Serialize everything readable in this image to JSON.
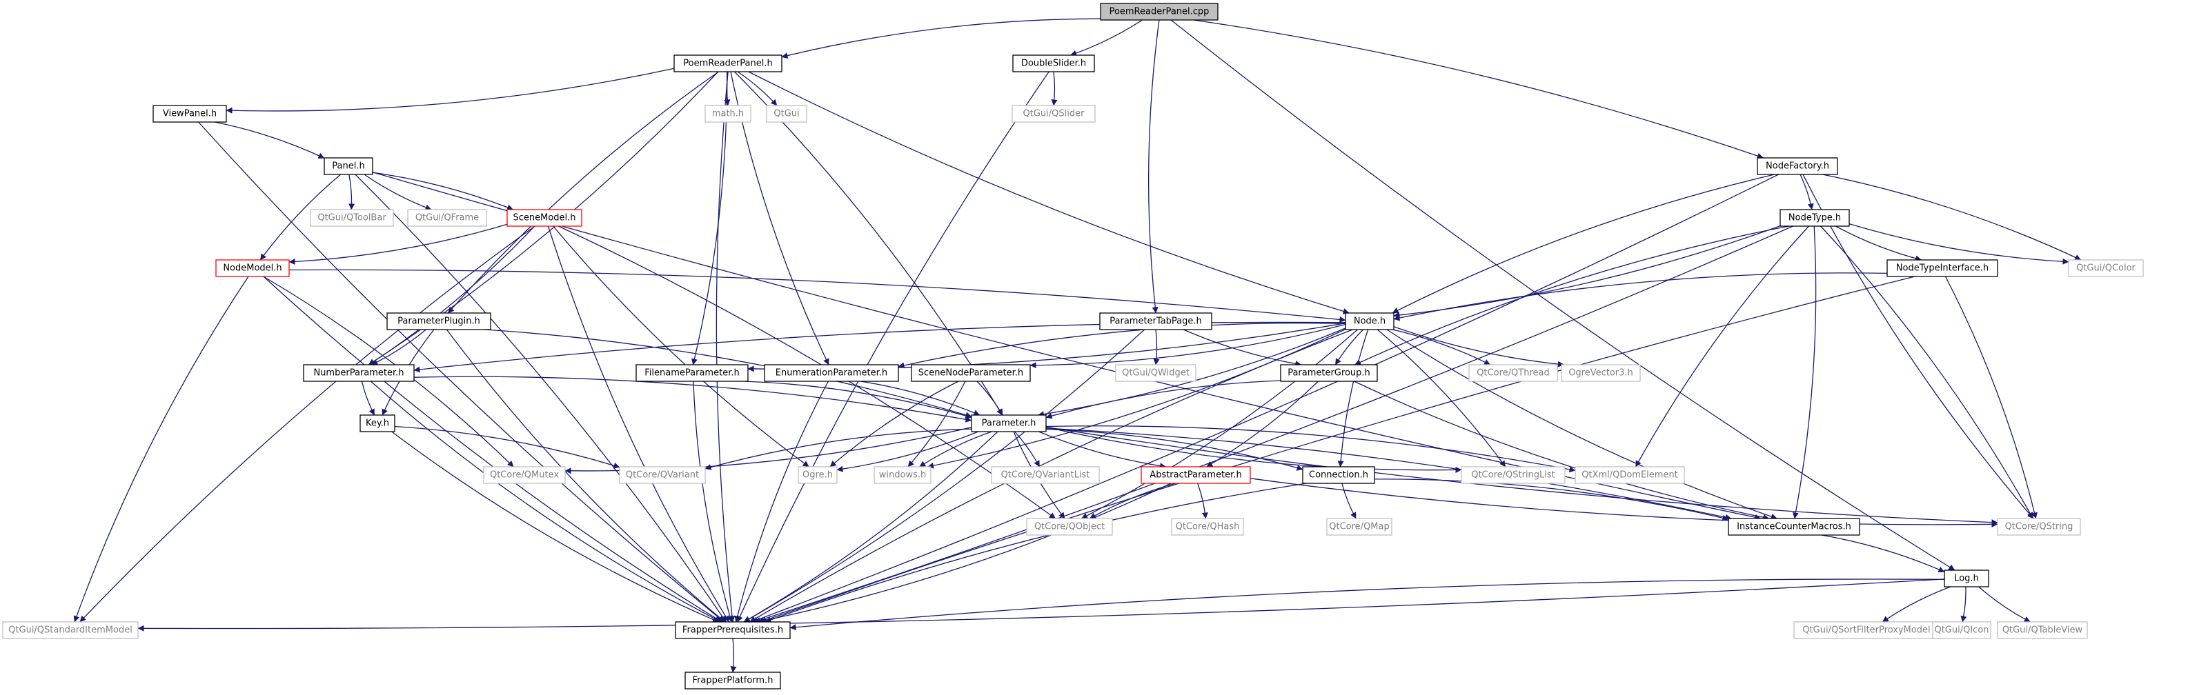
{
  "diagram_type": "include dependency graph",
  "colors": {
    "edge": "#191970",
    "main_fill": "#bfbfbf",
    "local_border": "#000000",
    "system_border": "#c0c0c0",
    "truncated_border": "#ff0000"
  },
  "nodes": [
    {
      "id": "PoemReaderPanel_cpp",
      "label": "PoemReaderPanel.cpp",
      "kind": "main"
    },
    {
      "id": "PoemReaderPanel_h",
      "label": "PoemReaderPanel.h",
      "kind": "local"
    },
    {
      "id": "DoubleSlider_h",
      "label": "DoubleSlider.h",
      "kind": "local"
    },
    {
      "id": "ViewPanel_h",
      "label": "ViewPanel.h",
      "kind": "local"
    },
    {
      "id": "math_h",
      "label": "math.h",
      "kind": "system"
    },
    {
      "id": "QtGui",
      "label": "QtGui",
      "kind": "system"
    },
    {
      "id": "QSlider",
      "label": "QtGui/QSlider",
      "kind": "system"
    },
    {
      "id": "Panel_h",
      "label": "Panel.h",
      "kind": "local"
    },
    {
      "id": "QToolBar",
      "label": "QtGui/QToolBar",
      "kind": "system"
    },
    {
      "id": "QFrame",
      "label": "QtGui/QFrame",
      "kind": "system"
    },
    {
      "id": "SceneModel_h",
      "label": "SceneModel.h",
      "kind": "truncated"
    },
    {
      "id": "NodeModel_h",
      "label": "NodeModel.h",
      "kind": "truncated"
    },
    {
      "id": "NodeFactory_h",
      "label": "NodeFactory.h",
      "kind": "local"
    },
    {
      "id": "NodeType_h",
      "label": "NodeType.h",
      "kind": "local"
    },
    {
      "id": "NodeTypeInterface_h",
      "label": "NodeTypeInterface.h",
      "kind": "local"
    },
    {
      "id": "QColor",
      "label": "QtGui/QColor",
      "kind": "system"
    },
    {
      "id": "ParameterPlugin_h",
      "label": "ParameterPlugin.h",
      "kind": "local"
    },
    {
      "id": "ParameterTabPage_h",
      "label": "ParameterTabPage.h",
      "kind": "local"
    },
    {
      "id": "Node_h",
      "label": "Node.h",
      "kind": "local"
    },
    {
      "id": "QWidget",
      "label": "QtGui/QWidget",
      "kind": "system"
    },
    {
      "id": "NumberParameter_h",
      "label": "NumberParameter.h",
      "kind": "local"
    },
    {
      "id": "FilenameParameter_h",
      "label": "FilenameParameter.h",
      "kind": "local"
    },
    {
      "id": "EnumerationParameter_h",
      "label": "EnumerationParameter.h",
      "kind": "local"
    },
    {
      "id": "SceneNodeParameter_h",
      "label": "SceneNodeParameter.h",
      "kind": "local"
    },
    {
      "id": "ParameterGroup_h",
      "label": "ParameterGroup.h",
      "kind": "local"
    },
    {
      "id": "QThread",
      "label": "QtCore/QThread",
      "kind": "system"
    },
    {
      "id": "OgreVector3_h",
      "label": "OgreVector3.h",
      "kind": "system"
    },
    {
      "id": "Key_h",
      "label": "Key.h",
      "kind": "local"
    },
    {
      "id": "Parameter_h",
      "label": "Parameter.h",
      "kind": "local"
    },
    {
      "id": "QMutex",
      "label": "QtCore/QMutex",
      "kind": "system"
    },
    {
      "id": "QVariant",
      "label": "QtCore/QVariant",
      "kind": "system"
    },
    {
      "id": "Ogre_h",
      "label": "Ogre.h",
      "kind": "system"
    },
    {
      "id": "windows_h",
      "label": "windows.h",
      "kind": "system"
    },
    {
      "id": "QVariantList",
      "label": "QtCore/QVariantList",
      "kind": "system"
    },
    {
      "id": "AbstractParameter_h",
      "label": "AbstractParameter.h",
      "kind": "truncated"
    },
    {
      "id": "Connection_h",
      "label": "Connection.h",
      "kind": "local"
    },
    {
      "id": "QStringList",
      "label": "QtCore/QStringList",
      "kind": "system"
    },
    {
      "id": "QDomElement",
      "label": "QtXml/QDomElement",
      "kind": "system"
    },
    {
      "id": "QString",
      "label": "QtCore/QString",
      "kind": "system"
    },
    {
      "id": "QObject",
      "label": "QtCore/QObject",
      "kind": "system"
    },
    {
      "id": "QHash",
      "label": "QtCore/QHash",
      "kind": "system"
    },
    {
      "id": "QMap",
      "label": "QtCore/QMap",
      "kind": "system"
    },
    {
      "id": "InstanceCounterMacros_h",
      "label": "InstanceCounterMacros.h",
      "kind": "local"
    },
    {
      "id": "Log_h",
      "label": "Log.h",
      "kind": "local"
    },
    {
      "id": "QStandardItemModel",
      "label": "QtGui/QStandardItemModel",
      "kind": "system"
    },
    {
      "id": "FrapperPrerequisites_h",
      "label": "FrapperPrerequisites.h",
      "kind": "local"
    },
    {
      "id": "QSortFilterProxyModel",
      "label": "QtGui/QSortFilterProxyModel",
      "kind": "system"
    },
    {
      "id": "QIcon",
      "label": "QtGui/QIcon",
      "kind": "system"
    },
    {
      "id": "QTableView",
      "label": "QtGui/QTableView",
      "kind": "system"
    },
    {
      "id": "FrapperPlatform_h",
      "label": "FrapperPlatform.h",
      "kind": "local"
    }
  ],
  "edges": [
    [
      "PoemReaderPanel_cpp",
      "PoemReaderPanel_h"
    ],
    [
      "PoemReaderPanel_cpp",
      "DoubleSlider_h"
    ],
    [
      "PoemReaderPanel_cpp",
      "ParameterTabPage_h"
    ],
    [
      "PoemReaderPanel_cpp",
      "NodeFactory_h"
    ],
    [
      "PoemReaderPanel_cpp",
      "Log_h"
    ],
    [
      "PoemReaderPanel_h",
      "ViewPanel_h"
    ],
    [
      "PoemReaderPanel_h",
      "math_h"
    ],
    [
      "PoemReaderPanel_h",
      "QtGui"
    ],
    [
      "PoemReaderPanel_h",
      "FrapperPrerequisites_h"
    ],
    [
      "PoemReaderPanel_h",
      "NumberParameter_h"
    ],
    [
      "PoemReaderPanel_h",
      "ParameterPlugin_h"
    ],
    [
      "PoemReaderPanel_h",
      "FilenameParameter_h"
    ],
    [
      "PoemReaderPanel_h",
      "EnumerationParameter_h"
    ],
    [
      "PoemReaderPanel_h",
      "Parameter_h"
    ],
    [
      "PoemReaderPanel_h",
      "Node_h"
    ],
    [
      "DoubleSlider_h",
      "QSlider"
    ],
    [
      "DoubleSlider_h",
      "FrapperPrerequisites_h"
    ],
    [
      "ViewPanel_h",
      "Panel_h"
    ],
    [
      "ViewPanel_h",
      "FrapperPrerequisites_h"
    ],
    [
      "Panel_h",
      "QToolBar"
    ],
    [
      "Panel_h",
      "QFrame"
    ],
    [
      "Panel_h",
      "SceneModel_h"
    ],
    [
      "Panel_h",
      "NodeModel_h"
    ],
    [
      "Panel_h",
      "FrapperPrerequisites_h"
    ],
    [
      "Panel_h",
      "InstanceCounterMacros_h"
    ],
    [
      "SceneModel_h",
      "NodeModel_h"
    ],
    [
      "SceneModel_h",
      "QStandardItemModel"
    ],
    [
      "SceneModel_h",
      "NumberParameter_h"
    ],
    [
      "SceneModel_h",
      "Ogre_h"
    ],
    [
      "SceneModel_h",
      "QObject"
    ],
    [
      "SceneModel_h",
      "FrapperPrerequisites_h"
    ],
    [
      "NodeModel_h",
      "Node_h"
    ],
    [
      "NodeModel_h",
      "QStandardItemModel"
    ],
    [
      "NodeModel_h",
      "QMutex"
    ],
    [
      "NodeModel_h",
      "FrapperPrerequisites_h"
    ],
    [
      "NodeFactory_h",
      "NodeType_h"
    ],
    [
      "NodeFactory_h",
      "Node_h"
    ],
    [
      "NodeFactory_h",
      "QColor"
    ],
    [
      "NodeFactory_h",
      "QString"
    ],
    [
      "NodeFactory_h",
      "FrapperPrerequisites_h"
    ],
    [
      "NodeType_h",
      "NodeTypeInterface_h"
    ],
    [
      "NodeType_h",
      "Node_h"
    ],
    [
      "NodeType_h",
      "QColor"
    ],
    [
      "NodeType_h",
      "QString"
    ],
    [
      "NodeType_h",
      "ParameterGroup_h"
    ],
    [
      "NodeType_h",
      "InstanceCounterMacros_h"
    ],
    [
      "NodeType_h",
      "QDomElement"
    ],
    [
      "NodeType_h",
      "FrapperPrerequisites_h"
    ],
    [
      "NodeTypeInterface_h",
      "Node_h"
    ],
    [
      "NodeTypeInterface_h",
      "QString"
    ],
    [
      "NodeTypeInterface_h",
      "FrapperPrerequisites_h"
    ],
    [
      "ParameterPlugin_h",
      "NumberParameter_h"
    ],
    [
      "ParameterPlugin_h",
      "Key_h"
    ],
    [
      "ParameterPlugin_h",
      "Parameter_h"
    ],
    [
      "ParameterPlugin_h",
      "FrapperPrerequisites_h"
    ],
    [
      "ParameterTabPage_h",
      "QWidget"
    ],
    [
      "ParameterTabPage_h",
      "ParameterGroup_h"
    ],
    [
      "ParameterTabPage_h",
      "FrapperPrerequisites_h"
    ],
    [
      "Node_h",
      "NumberParameter_h"
    ],
    [
      "Node_h",
      "FilenameParameter_h"
    ],
    [
      "Node_h",
      "EnumerationParameter_h"
    ],
    [
      "Node_h",
      "SceneNodeParameter_h"
    ],
    [
      "Node_h",
      "ParameterGroup_h"
    ],
    [
      "Node_h",
      "QThread"
    ],
    [
      "Node_h",
      "OgreVector3_h"
    ],
    [
      "Node_h",
      "Parameter_h"
    ],
    [
      "Node_h",
      "Connection_h"
    ],
    [
      "Node_h",
      "QStringList"
    ],
    [
      "Node_h",
      "InstanceCounterMacros_h"
    ],
    [
      "Node_h",
      "QObject"
    ],
    [
      "Node_h",
      "FrapperPrerequisites_h"
    ],
    [
      "Node_h",
      "windows_h"
    ],
    [
      "NumberParameter_h",
      "Key_h"
    ],
    [
      "NumberParameter_h",
      "Parameter_h"
    ],
    [
      "NumberParameter_h",
      "FrapperPrerequisites_h"
    ],
    [
      "FilenameParameter_h",
      "Parameter_h"
    ],
    [
      "FilenameParameter_h",
      "FrapperPrerequisites_h"
    ],
    [
      "EnumerationParameter_h",
      "Parameter_h"
    ],
    [
      "EnumerationParameter_h",
      "FrapperPrerequisites_h"
    ],
    [
      "SceneNodeParameter_h",
      "Parameter_h"
    ],
    [
      "SceneNodeParameter_h",
      "Ogre_h"
    ],
    [
      "SceneNodeParameter_h",
      "windows_h"
    ],
    [
      "ParameterGroup_h",
      "Parameter_h"
    ],
    [
      "ParameterGroup_h",
      "AbstractParameter_h"
    ],
    [
      "ParameterGroup_h",
      "InstanceCounterMacros_h"
    ],
    [
      "Key_h",
      "QVariant"
    ],
    [
      "Key_h",
      "FrapperPrerequisites_h"
    ],
    [
      "Parameter_h",
      "QMutex"
    ],
    [
      "Parameter_h",
      "QVariant"
    ],
    [
      "Parameter_h",
      "Ogre_h"
    ],
    [
      "Parameter_h",
      "windows_h"
    ],
    [
      "Parameter_h",
      "QVariantList"
    ],
    [
      "Parameter_h",
      "AbstractParameter_h"
    ],
    [
      "Parameter_h",
      "Connection_h"
    ],
    [
      "Parameter_h",
      "QStringList"
    ],
    [
      "Parameter_h",
      "QDomElement"
    ],
    [
      "Parameter_h",
      "QObject"
    ],
    [
      "Parameter_h",
      "InstanceCounterMacros_h"
    ],
    [
      "Parameter_h",
      "QString"
    ],
    [
      "Parameter_h",
      "FrapperPrerequisites_h"
    ],
    [
      "AbstractParameter_h",
      "QObject"
    ],
    [
      "AbstractParameter_h",
      "QHash"
    ],
    [
      "AbstractParameter_h",
      "QString"
    ],
    [
      "AbstractParameter_h",
      "FrapperPrerequisites_h"
    ],
    [
      "Connection_h",
      "QMap"
    ],
    [
      "Connection_h",
      "InstanceCounterMacros_h"
    ],
    [
      "Connection_h",
      "FrapperPrerequisites_h"
    ],
    [
      "InstanceCounterMacros_h",
      "Log_h"
    ],
    [
      "Log_h",
      "QSortFilterProxyModel"
    ],
    [
      "Log_h",
      "QIcon"
    ],
    [
      "Log_h",
      "QTableView"
    ],
    [
      "Log_h",
      "QStandardItemModel"
    ],
    [
      "Log_h",
      "FrapperPrerequisites_h"
    ],
    [
      "FrapperPrerequisites_h",
      "FrapperPlatform_h"
    ]
  ]
}
